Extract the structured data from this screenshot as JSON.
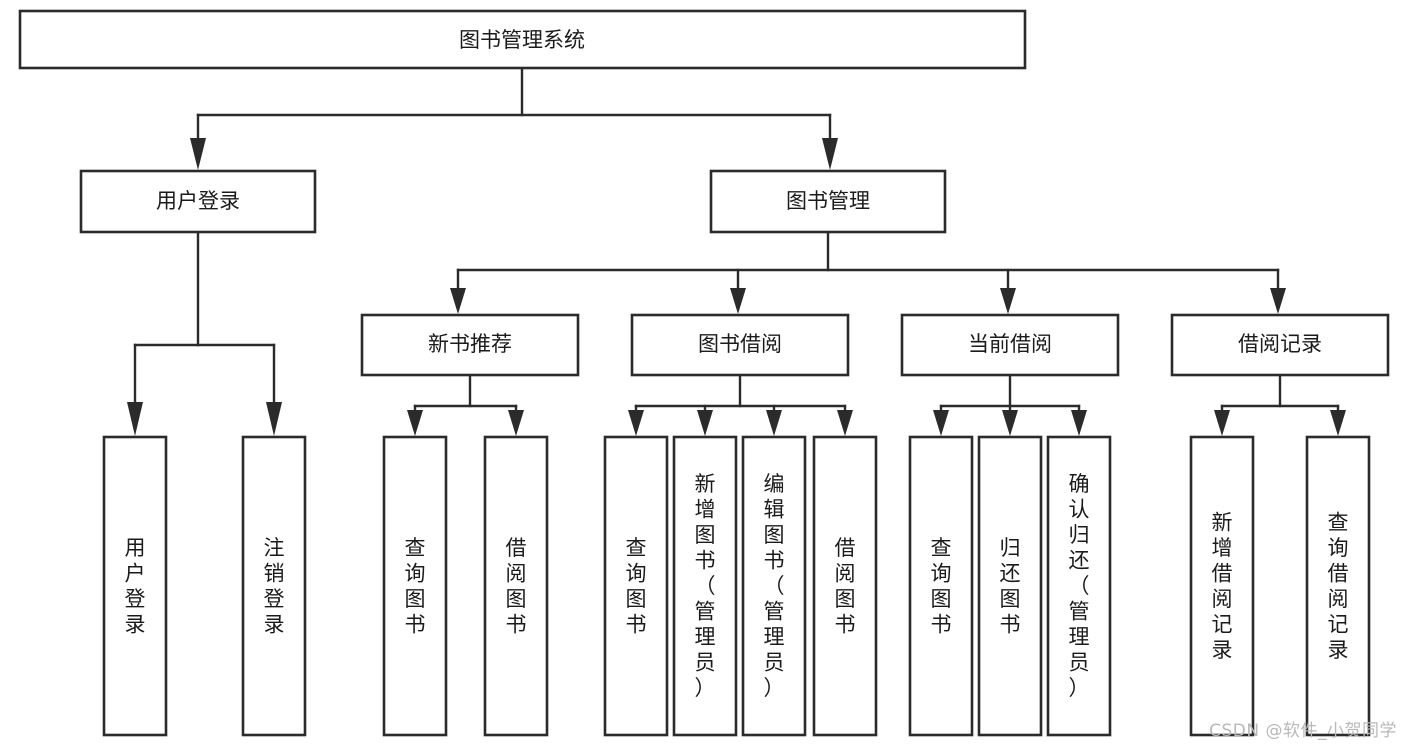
{
  "diagram": {
    "type": "tree-hierarchy",
    "title": "图书管理系统",
    "watermark": "CSDN @软件_小贺同学",
    "colors": {
      "stroke": "#2b2b2b",
      "fill": "#ffffff",
      "text": "#1b1b1b",
      "watermark": "#b9b9b9"
    },
    "levels": [
      {
        "level": 1,
        "nodes": [
          {
            "id": "root",
            "label": "图书管理系统",
            "orientation": "horizontal"
          }
        ]
      },
      {
        "level": 2,
        "nodes": [
          {
            "id": "l2-1",
            "label": "用户登录",
            "orientation": "horizontal",
            "parent": "root"
          },
          {
            "id": "l2-2",
            "label": "图书管理",
            "orientation": "horizontal",
            "parent": "root"
          }
        ]
      },
      {
        "level": 3,
        "nodes": [
          {
            "id": "l3-1",
            "label": "新书推荐",
            "orientation": "horizontal",
            "parent": "l2-2"
          },
          {
            "id": "l3-2",
            "label": "图书借阅",
            "orientation": "horizontal",
            "parent": "l2-2"
          },
          {
            "id": "l3-3",
            "label": "当前借阅",
            "orientation": "horizontal",
            "parent": "l2-2"
          },
          {
            "id": "l3-4",
            "label": "借阅记录",
            "orientation": "horizontal",
            "parent": "l2-2"
          }
        ]
      },
      {
        "level": 4,
        "nodes": [
          {
            "id": "l4-1",
            "label": "用户登录",
            "orientation": "vertical",
            "parent": "l2-1"
          },
          {
            "id": "l4-2",
            "label": "注销登录",
            "orientation": "vertical",
            "parent": "l2-1"
          },
          {
            "id": "l4-3",
            "label": "查询图书",
            "orientation": "vertical",
            "parent": "l3-1"
          },
          {
            "id": "l4-4",
            "label": "借阅图书",
            "orientation": "vertical",
            "parent": "l3-1"
          },
          {
            "id": "l4-5",
            "label": "查询图书",
            "orientation": "vertical",
            "parent": "l3-2"
          },
          {
            "id": "l4-6",
            "label": "新增图书（管理员）",
            "orientation": "vertical",
            "parent": "l3-2"
          },
          {
            "id": "l4-7",
            "label": "编辑图书（管理员）",
            "orientation": "vertical",
            "parent": "l3-2"
          },
          {
            "id": "l4-8",
            "label": "借阅图书",
            "orientation": "vertical",
            "parent": "l3-2"
          },
          {
            "id": "l4-9",
            "label": "查询图书",
            "orientation": "vertical",
            "parent": "l3-3"
          },
          {
            "id": "l4-10",
            "label": "归还图书",
            "orientation": "vertical",
            "parent": "l3-3"
          },
          {
            "id": "l4-11",
            "label": "确认归还（管理员）",
            "orientation": "vertical",
            "parent": "l3-3"
          },
          {
            "id": "l4-12",
            "label": "新增借阅记录",
            "orientation": "vertical",
            "parent": "l3-4"
          },
          {
            "id": "l4-13",
            "label": "查询借阅记录",
            "orientation": "vertical",
            "parent": "l3-4"
          }
        ]
      }
    ]
  }
}
